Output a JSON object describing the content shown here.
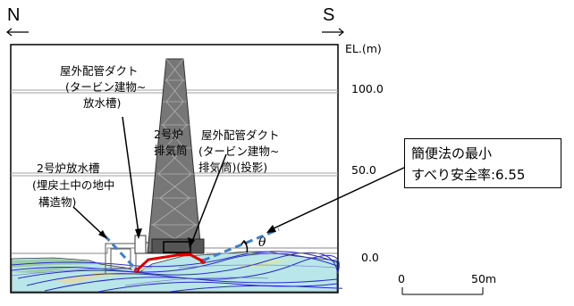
{
  "directions": {
    "north": "N",
    "south": "S"
  },
  "elevation": {
    "unit": "EL.(m)",
    "ticks": [
      "100.0",
      "50.0",
      "0.0"
    ]
  },
  "labels": {
    "duct_outdoor_outfall": [
      "屋外配管ダクト",
      "(タービン建物~",
      "放水槽)"
    ],
    "stack": [
      "2号炉",
      "排気筒"
    ],
    "duct_outdoor_stack": [
      "屋外配管ダクト",
      "(タービン建物~",
      "排気筒)(投影)"
    ],
    "outfall_tank": [
      "2号炉放水槽",
      "(埋戻土中の地中",
      "構造物)"
    ],
    "angle": "θ"
  },
  "callout": {
    "line1": "簡便法の最小",
    "line2": "すべり安全率:6.55"
  },
  "scale": {
    "zero": "0",
    "fifty": "50m"
  },
  "colors": {
    "slip_line": "#e00000",
    "dashed_line": "#3b7fd4",
    "ground": "#b8e6e9",
    "layer_lines": "#2a2ac8"
  }
}
